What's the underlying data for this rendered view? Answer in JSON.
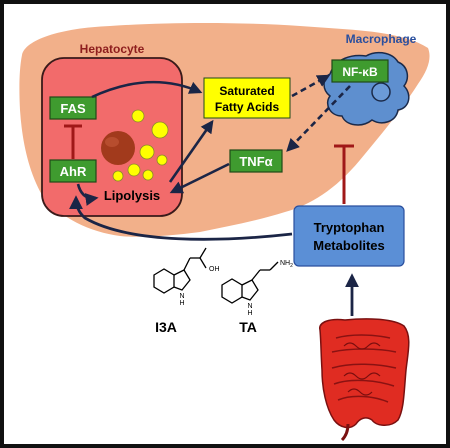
{
  "colors": {
    "frame": "#111111",
    "liver_fill": "#f2b08a",
    "hepatocyte_fill": "#f26b6b",
    "hepatocyte_stroke": "#3a1a1a",
    "green_box": "#3f9b2f",
    "yellow_box": "#ffff00",
    "blue_box": "#5b8fd6",
    "macrophage_fill": "#5e8fcf",
    "inhibit_line": "#a01818",
    "arrow": "#1b2546",
    "lipid_droplet": "#ffff00",
    "nucleus": "#a23a1c",
    "intestine": "#e02c22",
    "title_red": "#8e1e1e",
    "title_blue": "#2a4f9e"
  },
  "labels": {
    "hepatocyte": "Hepatocyte",
    "macrophage": "Macrophage",
    "fas": "FAS",
    "ahr": "AhR",
    "lipolysis": "Lipolysis",
    "saturated_line1": "Saturated",
    "saturated_line2": "Fatty Acids",
    "nfkb": "NF-κB",
    "tnfa": "TNFα",
    "trp_line1": "Tryptophan",
    "trp_line2": "Metabolites",
    "i3a": "I3A",
    "ta": "TA",
    "oh": "OH",
    "nh2": "NH",
    "nh2_sub": "2",
    "indole_nh": "N",
    "indole_h": "H"
  },
  "icons": [
    "liver-shape",
    "hepatocyte-cell",
    "macrophage-cell",
    "intestine-icon",
    "lipid-droplet-icon",
    "nucleus-icon",
    "indole-3-acetic-acid-structure",
    "tryptamine-structure"
  ]
}
